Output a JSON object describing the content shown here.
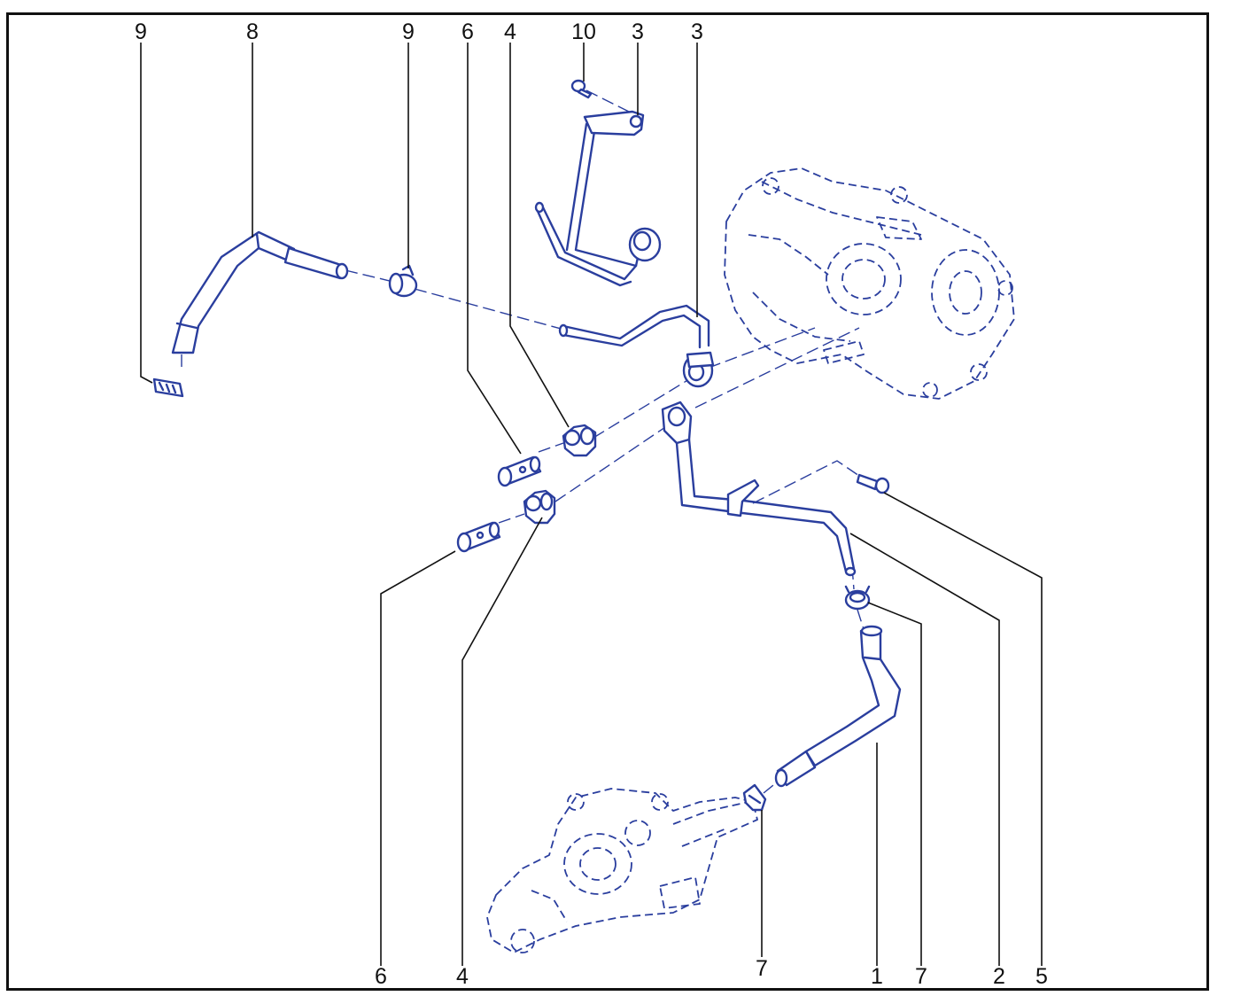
{
  "diagram": {
    "frame_color": "#111111",
    "line_color": "#2a3e9e",
    "callouts": {
      "top_9a": "9",
      "top_8": "8",
      "top_9b": "9",
      "top_6": "6",
      "top_4": "4",
      "top_10": "10",
      "top_3a": "3",
      "top_3b": "3",
      "bottom_6": "6",
      "bottom_4": "4",
      "bottom_7a": "7",
      "bottom_1": "1",
      "bottom_7b": "7",
      "bottom_2": "2",
      "bottom_5": "5"
    }
  }
}
